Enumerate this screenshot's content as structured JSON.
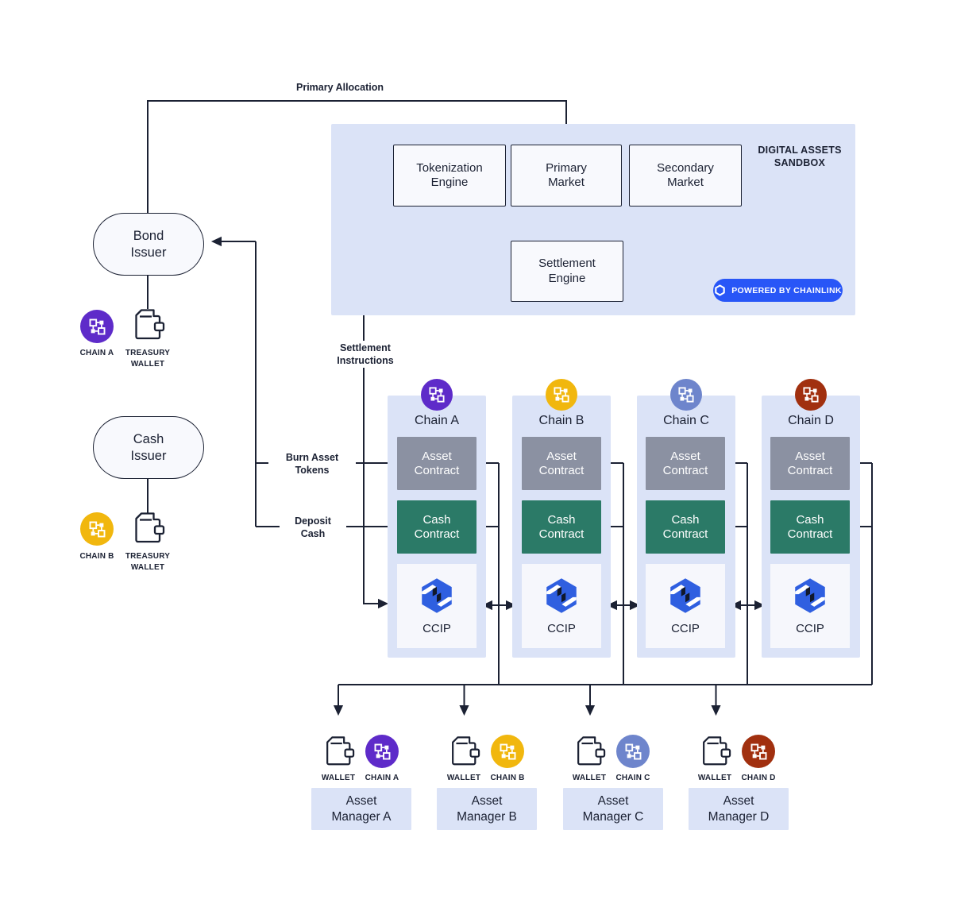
{
  "colors": {
    "ink": "#1b2133",
    "panel_bg": "#dbe3f7",
    "node_bg": "#f8f9fd",
    "asset_contract_bg": "#8b91a2",
    "cash_contract_bg": "#2b7a67",
    "ccip_panel_bg": "#f6f7fc",
    "badge_bg": "#2856f7",
    "ccip_logo_blue": "#2f5fe0",
    "chain_a": "#5e2bc9",
    "chain_b": "#f1b70e",
    "chain_c": "#6e85cc",
    "chain_d": "#a1300f"
  },
  "flow_labels": {
    "primary_allocation": "Primary Allocation",
    "settlement_instructions": "Settlement\nInstructions",
    "burn_asset_tokens": "Burn Asset\nTokens",
    "deposit_cash": "Deposit\nCash"
  },
  "sandbox": {
    "title": "DIGITAL ASSETS\nSANDBOX",
    "tokenization_engine": "Tokenization\nEngine",
    "primary_market": "Primary\nMarket",
    "secondary_market": "Secondary\nMarket",
    "settlement_engine": "Settlement\nEngine",
    "badge_label": "POWERED BY CHAINLINK"
  },
  "issuers": [
    {
      "name": "Bond\nIssuer",
      "chain_label": "CHAIN A",
      "wallet_label": "TREASURY\nWALLET",
      "chain_color": "#5e2bc9"
    },
    {
      "name": "Cash\nIssuer",
      "chain_label": "CHAIN B",
      "wallet_label": "TREASURY\nWALLET",
      "chain_color": "#f1b70e"
    }
  ],
  "chains": [
    {
      "name": "Chain A",
      "color": "#5e2bc9",
      "asset_contract": "Asset\nContract",
      "cash_contract": "Cash\nContract",
      "ccip_label": "CCIP"
    },
    {
      "name": "Chain B",
      "color": "#f1b70e",
      "asset_contract": "Asset\nContract",
      "cash_contract": "Cash\nContract",
      "ccip_label": "CCIP"
    },
    {
      "name": "Chain C",
      "color": "#6e85cc",
      "asset_contract": "Asset\nContract",
      "cash_contract": "Cash\nContract",
      "ccip_label": "CCIP"
    },
    {
      "name": "Chain D",
      "color": "#a1300f",
      "asset_contract": "Asset\nContract",
      "cash_contract": "Cash\nContract",
      "ccip_label": "CCIP"
    }
  ],
  "asset_managers": [
    {
      "name": "Asset\nManager A",
      "wallet_label": "WALLET",
      "chain_label": "CHAIN A",
      "chain_color": "#5e2bc9"
    },
    {
      "name": "Asset\nManager B",
      "wallet_label": "WALLET",
      "chain_label": "CHAIN B",
      "chain_color": "#f1b70e"
    },
    {
      "name": "Asset\nManager C",
      "wallet_label": "WALLET",
      "chain_label": "CHAIN C",
      "chain_color": "#6e85cc"
    },
    {
      "name": "Asset\nManager D",
      "wallet_label": "WALLET",
      "chain_label": "CHAIN D",
      "chain_color": "#a1300f"
    }
  ]
}
